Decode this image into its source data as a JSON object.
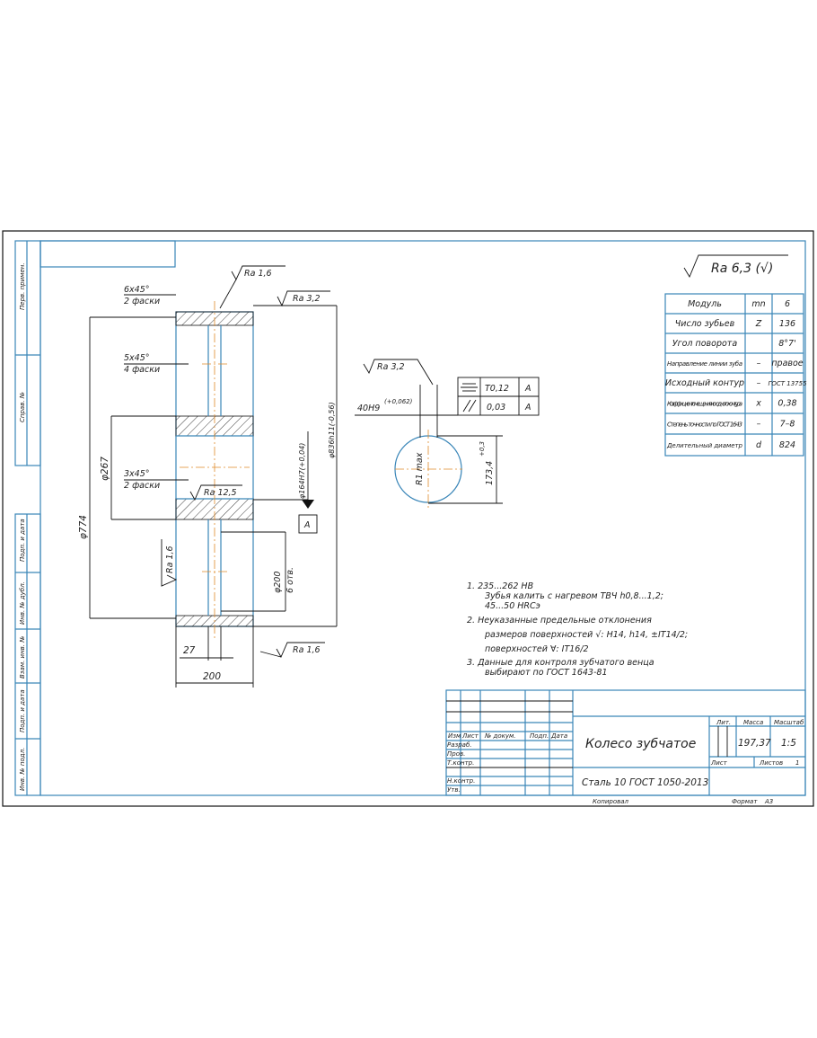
{
  "side_stamps": [
    "Перв. примен.",
    "Справ. №",
    "Подп. и дата",
    "Инв. № дубл.",
    "Взам. инв. №",
    "Подп. и дата",
    "Инв. № подл."
  ],
  "general_roughness": "Ra 6,3 (√)",
  "section_view": {
    "chamfer_top": [
      "6x45°",
      "2 фаски"
    ],
    "chamfer_mid": [
      "5x45°",
      "4 фаски"
    ],
    "chamfer_bottom": [
      "3x45°",
      "2 фаски"
    ],
    "ra_rim_top": "Ra 1,6",
    "ra_outer": "Ra 3,2",
    "ra_bore": "Ra 12,5",
    "ra_side": "Ra 1,6",
    "ra_face": "Ra 1,6",
    "dia_774": "φ774",
    "dia_267": "φ267",
    "dia_836": "φ836h11(-0,56)",
    "dia_164": "φ164H7(+0,04)",
    "dia_200": "φ200",
    "holes": "6 отв.",
    "datum": "A",
    "width_27": "27",
    "width_200": "200"
  },
  "keyway_view": {
    "ra": "Ra 3,2",
    "width": "40H9",
    "width_tol": "(+0,062)",
    "radius": "R1 max",
    "depth": "173,4",
    "depth_tol": "+0,3",
    "tolerances": [
      {
        "symbol": "symmetry",
        "value": "T0,12",
        "datum": "A"
      },
      {
        "symbol": "parallelism",
        "value": "0,03",
        "datum": "A"
      }
    ]
  },
  "params_table": [
    {
      "name": "Модуль",
      "sym": "mn",
      "value": "6"
    },
    {
      "name": "Число зубьев",
      "sym": "Z",
      "value": "136"
    },
    {
      "name": "Угол поворота",
      "sym": "",
      "value": "8°7'"
    },
    {
      "name": "Направление линии зуба",
      "sym": "–",
      "value": "правое"
    },
    {
      "name": "Исходный контур",
      "sym": "–",
      "value": "ГОСТ 13755"
    },
    {
      "name": "Коэффициент смещения исходного контура",
      "sym": "x",
      "value": "0,38"
    },
    {
      "name": "Степень точности по ГОСТ 1643",
      "sym": "–",
      "value": "7–8"
    },
    {
      "name": "Делительный диаметр",
      "sym": "d",
      "value": "824"
    }
  ],
  "notes": [
    "1. 235...262 HB",
    "Зубья калить с нагревом ТВЧ h0,8...1,2;",
    "45...50 HRCэ",
    "2. Неуказанные предельные отклонения",
    "размеров поверхностей √: H14, h14, ±IT14/2;",
    "поверхностей ∀: IT16/2",
    "3. Данные для контроля зубчатого венца",
    "выбирают по ГОСТ 1643-81"
  ],
  "title_block": {
    "headers": [
      "Изм",
      "Лист",
      "№ докум.",
      "Подп.",
      "Дата"
    ],
    "roles": [
      "Разраб.",
      "Пров.",
      "Т.контр.",
      "Н.контр.",
      "Утв."
    ],
    "title": "Колесо зубчатое",
    "material": "Сталь 10 ГОСТ 1050-2013",
    "lit_label": "Лит.",
    "mass_label": "Масса",
    "scale_label": "Масштаб",
    "mass": "197,37",
    "scale": "1:5",
    "sheet_label": "Лист",
    "sheets_label": "Листов",
    "sheets": "1",
    "copied": "Копировал",
    "format_label": "Формат",
    "format": "А3"
  }
}
